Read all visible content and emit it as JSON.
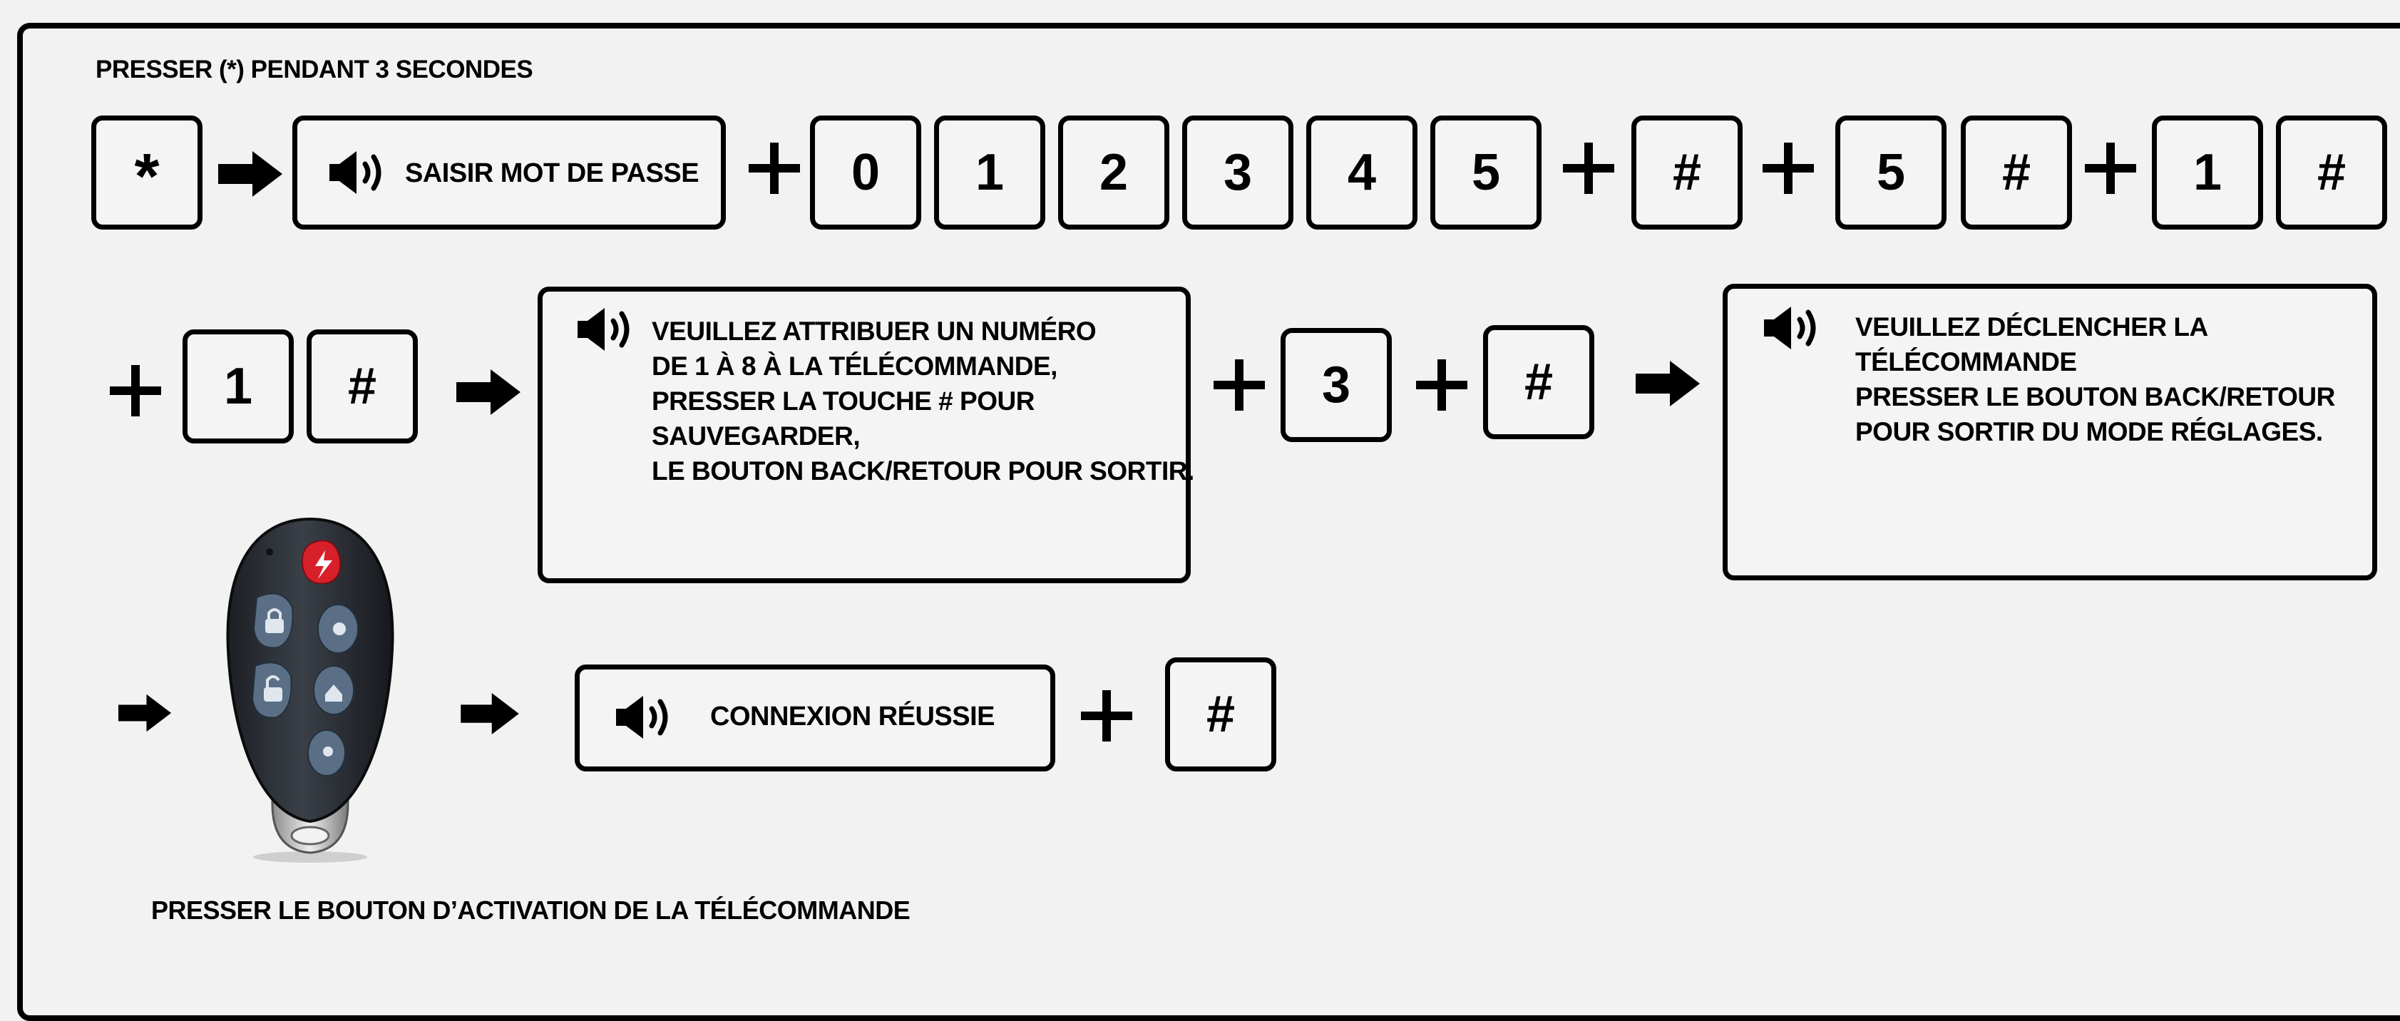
{
  "header_text": "PRESSER (*) PENDANT 3 SECONDES",
  "footer_text": "PRESSER LE BOUTON D’ACTIVATION DE LA TÉLÉCOMMANDE",
  "row1": {
    "star_key": "*",
    "prompt_box": "SAISIR MOT DE PASSE",
    "password_keys": [
      "0",
      "1",
      "2",
      "3",
      "4",
      "5"
    ],
    "key_hash_a": "#",
    "key_5": "5",
    "key_hash_b": "#",
    "key_1": "1",
    "key_hash_c": "#"
  },
  "row2": {
    "key_1": "1",
    "key_hash": "#",
    "assign_box": "VEUILLEZ ATTRIBUER UN NUMÉRO\nDE 1 À 8 À LA TÉLÉCOMMANDE,\nPRESSER LA TOUCHE # POUR\nSAUVEGARDER,\nLE BOUTON BACK/RETOUR POUR SORTIR.",
    "key_3": "3",
    "key_hash_2": "#",
    "trigger_box": "VEUILLEZ DÉCLENCHER LA\nTÉLÉCOMMANDE\nPRESSER LE BOUTON BACK/RETOUR\nPOUR SORTIR DU MODE RÉGLAGES."
  },
  "row3": {
    "success_box": "CONNEXION RÉUSSIE",
    "key_hash": "#"
  },
  "icons": [
    "speaker-icon",
    "arrow-right-icon",
    "plus-icon",
    "remote-control-icon",
    "lightning-icon",
    "lock-icon",
    "unlock-icon",
    "home-icon"
  ],
  "colors": {
    "background": "#f2f2f2",
    "stroke": "#000000",
    "remote_body": "#2c2f35",
    "remote_panic": "#d8202a",
    "remote_buttons": "#5a6f86"
  }
}
